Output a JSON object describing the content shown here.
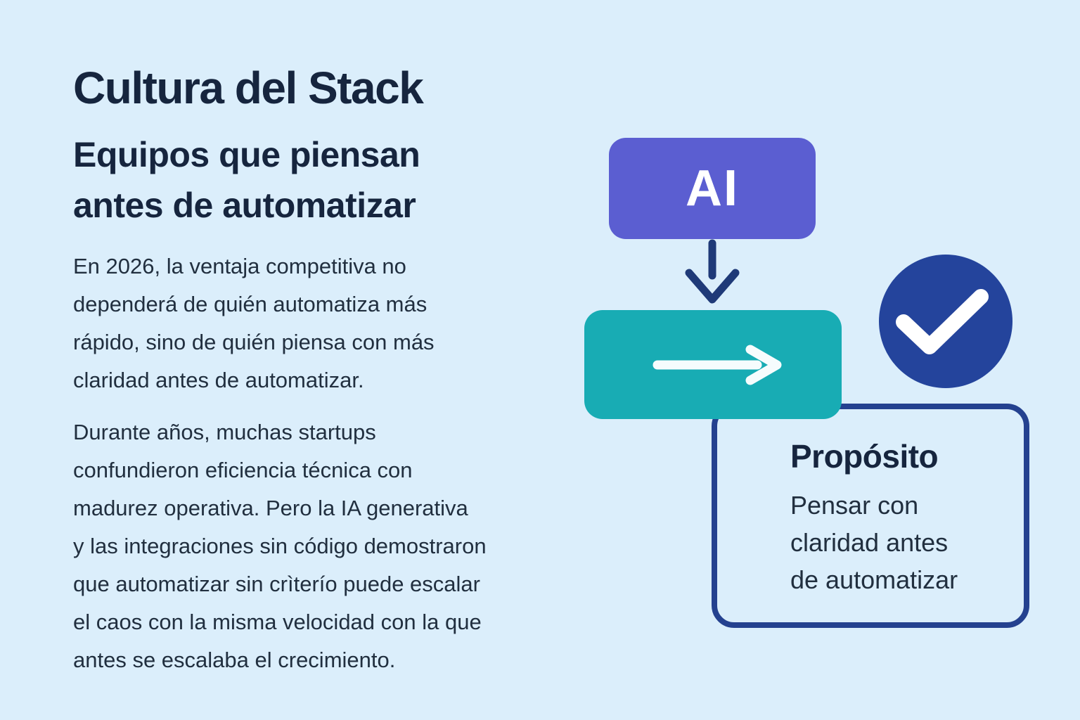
{
  "colors": {
    "bg": "#dbeefb",
    "navy_text": "#16253e",
    "body_text": "#212f3f",
    "purple": "#5b5ed1",
    "teal": "#18acb4",
    "circle_navy": "#24449c",
    "border_navy": "#24418f",
    "arrow_navy": "#1f3a78",
    "white": "#ffffff"
  },
  "header": {
    "title": "Cultura del Stack",
    "subtitle": "Equipos que piensan\nantes de automatizar"
  },
  "paragraphs": [
    "En 2026, la ventaja competitiva no\ndependerá de quién automatiza más\nrápido, sino de quién piensa con más\nclaridad antes de automatizar.",
    "Durante años, muchas startups\nconfundieron eficiencia técnica con\nmadurez operativa. Pero la IA generativa\ny las integraciones sin código demostraron\nque automatizar sin crìterío puede escalar\nel caos con la misma velocidad con la que\nantes se escalaba el crecimiento."
  ],
  "diagram": {
    "ai_label": "AI",
    "icons": {
      "flow": "arrow-down",
      "process": "arrow-right",
      "status": "checkmark"
    },
    "purpose": {
      "title": "Propósito",
      "description": "Pensar con\nclaridad antes\nde automatizar"
    }
  }
}
